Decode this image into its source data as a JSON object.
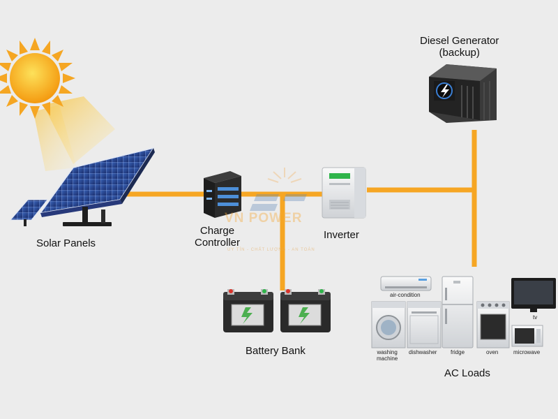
{
  "labels": {
    "solar_panels": "Solar Panels",
    "charge_controller": [
      "Charge",
      "Controller"
    ],
    "inverter": "Inverter",
    "battery_bank": "Battery Bank",
    "diesel_generator": [
      "Diesel Generator",
      "(backup)"
    ],
    "ac_loads": "AC Loads"
  },
  "appliances": {
    "air_condition": "air-condition",
    "washing_machine": [
      "washing",
      "machine"
    ],
    "dishwasher": "dishwasher",
    "fridge": "fridge",
    "oven": "oven",
    "microwave": "microwave",
    "tv": "tv"
  },
  "watermark": {
    "brand": "VN POWER",
    "tagline": "UY TÍN - CHẤT LƯỢNG - AN TOÀN"
  },
  "colors": {
    "background": "#ececec",
    "connector": "#f6a623",
    "sun": "#f5a623"
  }
}
